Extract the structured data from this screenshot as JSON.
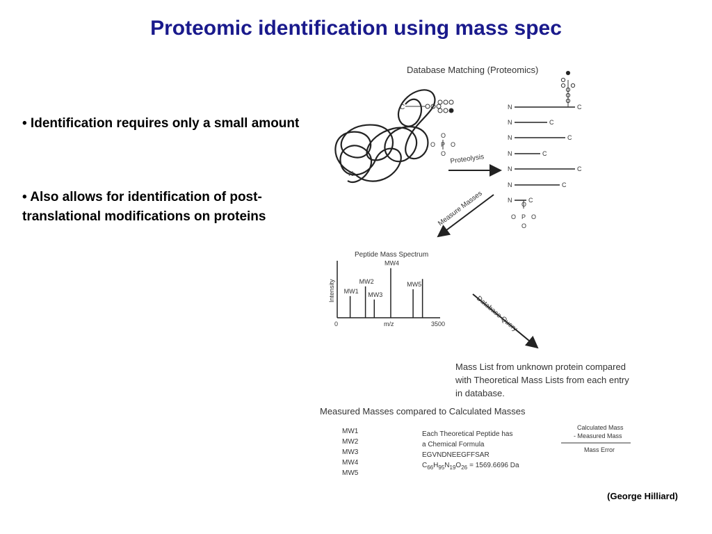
{
  "slide": {
    "title": "Proteomic identification using mass spec",
    "bullets": [
      "• Identification requires only a small  amount",
      "• Also allows for identification of post-translational modifications on proteins"
    ],
    "credit": "(George Hilliard)"
  },
  "diagram": {
    "heading": "Database Matching (Proteomics)",
    "arrow_proteolysis": "Proteolysis",
    "arrow_measure": "Measure Masses",
    "arrow_query": "Database Query",
    "terminus_n": "N",
    "terminus_c": "C",
    "phosphate": {
      "o": "O",
      "p": "P"
    },
    "spectrum": {
      "title": "Peptide Mass Spectrum",
      "ylabel": "Intensity",
      "xlabel": "m/z",
      "x_min": "0",
      "x_max": "3500",
      "peaks": [
        {
          "label": "MW1",
          "mz": 440,
          "intensity": 0.38
        },
        {
          "label": "MW2",
          "mz": 960,
          "intensity": 0.55
        },
        {
          "label": "MW3",
          "mz": 1260,
          "intensity": 0.32
        },
        {
          "label": "MW4",
          "mz": 1820,
          "intensity": 0.87
        },
        {
          "label": "MW5",
          "mz": 2580,
          "intensity": 0.5
        },
        {
          "label": "",
          "mz": 2900,
          "intensity": 0.68
        }
      ]
    },
    "mass_list_text": [
      "Mass List from unknown protein compared",
      "with Theoretical Mass Lists from each entry",
      "in database."
    ],
    "comparison_heading": "Measured Masses compared to Calculated Masses",
    "measured_masses": [
      "MW1",
      "MW2",
      "MW3",
      "MW4",
      "MW5"
    ],
    "theoretical_text": [
      "Each Theoretical Peptide has",
      "a Chemical Formula",
      "EGVNDNEEGFFSAR"
    ],
    "formula": {
      "c": "C",
      "c_sub": "66",
      "h": "H",
      "h_sub": "95",
      "n": "N",
      "n_sub": "19",
      "o": "O",
      "o_sub": "26",
      "value": "=  1569.6696 Da"
    },
    "error_calc": {
      "line1": "Calculated Mass",
      "line2": "- Measured Mass",
      "result": "Mass Error"
    }
  }
}
